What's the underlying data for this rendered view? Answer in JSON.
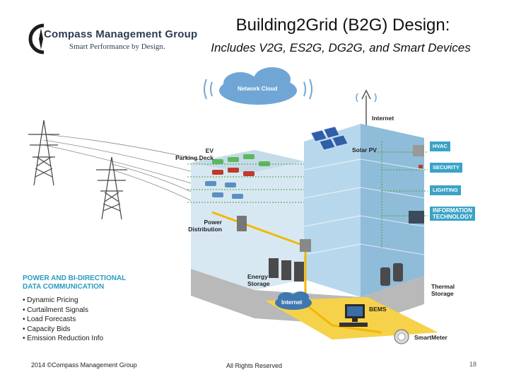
{
  "title": "Building2Grid (B2G) Design:",
  "subtitle": "Includes V2G, ES2G, DG2G, and Smart Devices",
  "logo": {
    "name": "Compass Management Group",
    "tagline": "Smart Performance by Design."
  },
  "diagram": {
    "network_cloud": "Network Cloud",
    "internet_top": "Internet",
    "solar_pv": "Solar PV",
    "ev_parking": [
      "EV",
      "Parking Deck"
    ],
    "power_distribution": [
      "Power",
      "Distribution"
    ],
    "energy_storage": [
      "Energy",
      "Storage"
    ],
    "thermal_storage": [
      "Thermal",
      "Storage"
    ],
    "internet_bottom": "Internet",
    "bems": "BEMS",
    "smart_meter": "SmartMeter",
    "tags": [
      "HVAC",
      "SECURITY",
      "LIGHTING",
      "INFORMATION",
      "TECHNOLOGY"
    ],
    "colors": {
      "building": "#a9cfe6",
      "building_dark": "#6fa6c8",
      "wire": "#f2b800",
      "data": "#4aa03c",
      "tag_bg": "#3aa3c6"
    }
  },
  "panel": {
    "title_lines": [
      "POWER AND BI-DIRECTIONAL",
      "DATA COMMUNICATION"
    ],
    "bullets": [
      "Dynamic Pricing",
      "Curtailment Signals",
      "Load Forecasts",
      "Capacity Bids",
      "Emission Reduction Info"
    ]
  },
  "footer": {
    "left": "2014 ©Compass Management Group",
    "center": "All Rights Reserved",
    "page": "18"
  }
}
